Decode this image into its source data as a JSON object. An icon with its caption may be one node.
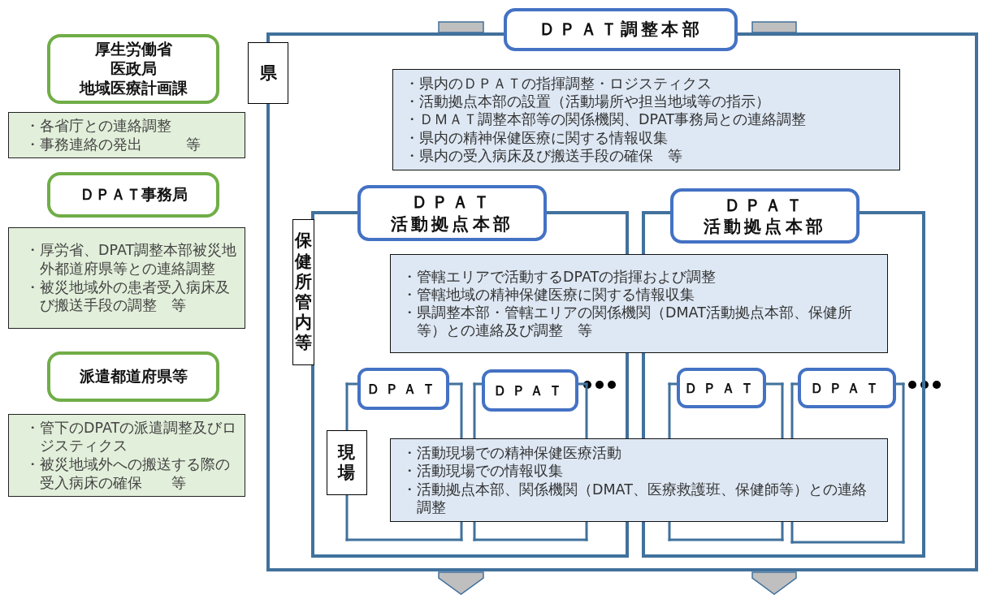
{
  "diagram": {
    "nodes": [
      {
        "text": [
          "厚生労働省",
          "医政局",
          "地域医療計画課"
        ]
      },
      {
        "text": [
          "・各省庁との連絡調整",
          "・事務連絡の発出　　　等"
        ]
      },
      {
        "text": [
          "ＤＰＡＴ事務局"
        ]
      },
      {
        "text": [
          "・厚労省、DPAT調整本部被災地外都道府県等との連絡調整",
          "・被災地域外の患者受入病床及び搬送手段の調整　等"
        ]
      },
      {
        "text": [
          "派遣都道府県等"
        ]
      },
      {
        "text": [
          "・管下のDPATの派遣調整及びロジスティクス",
          "・被災地域外への搬送する際の受入病床の確保　　等"
        ]
      },
      {
        "text": [
          "ＤＰＡＴ調整本部"
        ]
      },
      {
        "text": [
          "県"
        ]
      },
      {
        "text": [
          "・県内のＤＰＡＴの指揮調整・ロジスティクス",
          "・活動拠点本部の設置（活動場所や担当地域等の指示）",
          "・ＤＭＡＴ調整本部等の関係機関、DPAT事務局との連絡調整",
          "・県内の精神保健医療に関する情報収集",
          "・県内の受入病床及び搬送手段の確保　等"
        ]
      },
      {
        "text": [
          "ＤＰＡＴ",
          "活動拠点本部"
        ]
      },
      {
        "text": [
          "保健所管内等"
        ]
      },
      {
        "text": [
          "ＤＰＡＴ",
          "活動拠点本部"
        ]
      },
      {
        "text": [
          "・管轄エリアで活動するDPATの指揮および調整",
          "・管轄地域の精神保健医療に関する情報収集",
          "・県調整本部・管轄エリアの関係機関（DMAT活動拠点本部、保健所等）との連絡及び調整　等"
        ]
      },
      {
        "text": [
          "ＤＰＡＴ"
        ]
      },
      {
        "text": [
          "ＤＰＡＴ"
        ]
      },
      {
        "text": [
          "ＤＰＡＴ"
        ]
      },
      {
        "text": [
          "ＤＰＡＴ"
        ]
      },
      {
        "text": [
          "現場"
        ]
      },
      {
        "text": [
          "・活動現場での精神保健医療活動",
          "・活動現場での情報収集",
          "・活動拠点本部、関係機関（DMAT、医療救護班、保健師等）との連絡調整"
        ]
      }
    ],
    "edges": []
  }
}
